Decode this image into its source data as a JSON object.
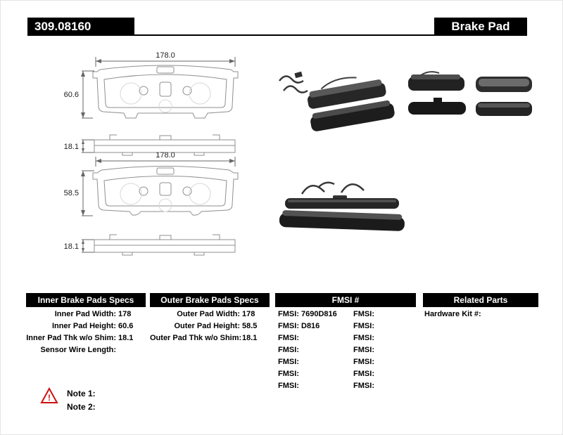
{
  "header": {
    "part_number": "309.08160",
    "title": "Brake Pad"
  },
  "diagrams": {
    "inner_front": {
      "width": "178.0",
      "height": "60.6"
    },
    "inner_side": {
      "thickness": "18.1"
    },
    "outer_front": {
      "width": "178.0",
      "height": "58.5"
    },
    "outer_side": {
      "thickness": "18.1"
    }
  },
  "specs": {
    "inner": {
      "title": "Inner Brake Pads Specs",
      "rows": [
        {
          "label": "Inner Pad Width:",
          "value": "178"
        },
        {
          "label": "Inner Pad Height:",
          "value": "60.6"
        },
        {
          "label": "Inner Pad Thk w/o Shim:",
          "value": "18.1"
        },
        {
          "label": "Sensor Wire Length:",
          "value": ""
        }
      ]
    },
    "outer": {
      "title": "Outer Brake Pads Specs",
      "rows": [
        {
          "label": "Outer Pad Width:",
          "value": "178"
        },
        {
          "label": "Outer Pad Height:",
          "value": "58.5"
        },
        {
          "label": "Outer Pad Thk w/o Shim:",
          "value": "18.1"
        }
      ]
    },
    "fmsi": {
      "title": "FMSI #",
      "rows": [
        {
          "l_label": "FMSI:",
          "l_value": "7690D816",
          "r_label": "FMSI:",
          "r_value": ""
        },
        {
          "l_label": "FMSI:",
          "l_value": "D816",
          "r_label": "FMSI:",
          "r_value": ""
        },
        {
          "l_label": "FMSI:",
          "l_value": "",
          "r_label": "FMSI:",
          "r_value": ""
        },
        {
          "l_label": "FMSI:",
          "l_value": "",
          "r_label": "FMSI:",
          "r_value": ""
        },
        {
          "l_label": "FMSI:",
          "l_value": "",
          "r_label": "FMSI:",
          "r_value": ""
        },
        {
          "l_label": "FMSI:",
          "l_value": "",
          "r_label": "FMSI:",
          "r_value": ""
        },
        {
          "l_label": "FMSI:",
          "l_value": "",
          "r_label": "FMSI:",
          "r_value": ""
        }
      ]
    },
    "related": {
      "title": "Related Parts",
      "rows": [
        {
          "label": "Hardware Kit #:",
          "value": ""
        }
      ]
    }
  },
  "notes": {
    "warning_glyph": "!",
    "items": [
      {
        "label": "Note 1:"
      },
      {
        "label": "Note 2:"
      }
    ]
  }
}
